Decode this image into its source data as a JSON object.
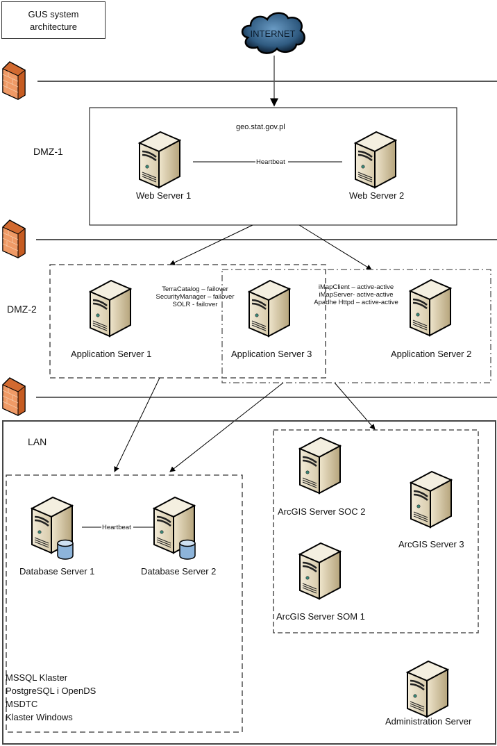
{
  "title": "GUS system\narchitecture",
  "title_lines": [
    "GUS system",
    "architecture"
  ],
  "internet": {
    "label": "INTERNET",
    "icon": "cloud-icon"
  },
  "zones": {
    "dmz1": {
      "label": "DMZ-1",
      "domain": "geo.stat.gov.pl",
      "heartbeat": "Heartbeat"
    },
    "dmz2": {
      "label": "DMZ-2",
      "group1_services": [
        "TerraCatalog – failover",
        "SecurityManager – failover",
        "SOLR - failover"
      ],
      "group2_services": [
        "iMapClient – active-active",
        "iMapServer- active-active",
        "Apadhe Httpd – active-active"
      ]
    },
    "lan": {
      "label": "LAN",
      "heartbeat": "Heartbeat",
      "db_notes": [
        "MSSQL Klaster",
        "PostgreSQL i OpenDS",
        "MSDTC",
        "Klaster Windows"
      ]
    }
  },
  "servers": {
    "web1": "Web Server 1",
    "web2": "Web Server 2",
    "app1": "Application Server 1",
    "app2": "Application Server 2",
    "app3": "Application Server 3",
    "db1": "Database Server 1",
    "db2": "Database Server 2",
    "arc_soc2": "ArcGIS Server SOC 2",
    "arc_som1": "ArcGIS Server SOM 1",
    "arc3": "ArcGIS Server 3",
    "admin": "Administration Server"
  },
  "icons": {
    "firewall": "firewall-icon",
    "server": "server-icon",
    "database": "database-icon"
  },
  "colors": {
    "line": "#555555",
    "server_body": "#e8dfc8",
    "firewall": "#e07a3c",
    "cloud": "#3e6c93",
    "db_cylinder": "#8db4da"
  }
}
